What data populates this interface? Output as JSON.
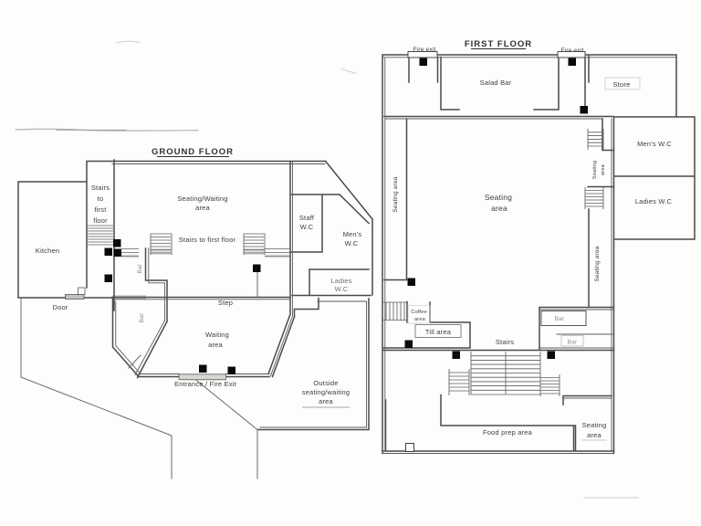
{
  "document": {
    "kind": "scanned-floor-plan"
  },
  "ground_floor": {
    "title": "GROUND FLOOR",
    "rooms": {
      "stairs_col": [
        "Stairs",
        "to",
        "first",
        "floor"
      ],
      "kitchen": "Kitchen",
      "seating_waiting": [
        "Seating/Waiting",
        "area"
      ],
      "stairs_center": "Stairs to first floor",
      "staff_wc": [
        "Staff",
        "W.C"
      ],
      "mens_wc": [
        "Men's",
        "W.C"
      ],
      "ladies_wc": [
        "Ladies",
        "W.C"
      ],
      "bar_upper": "Bar",
      "bar_lower": "Bar",
      "step": "Step",
      "waiting": [
        "Waiting",
        "area"
      ],
      "door": "Door",
      "entrance": "Entrance / Fire Exit",
      "outside": [
        "Outside",
        "seating/waiting",
        "area"
      ]
    }
  },
  "first_floor": {
    "title": "FIRST FLOOR",
    "rooms": {
      "fire_exit_left": "Fire exit",
      "fire_exit_right": "Fire exit",
      "salad_bar": "Salad Bar",
      "store": "Store",
      "mens_wc": "Men's W.C",
      "ladies_wc": "Ladies W.C",
      "seating_left": "Seating area",
      "seating_main": [
        "Seating",
        "area"
      ],
      "seating_nook": [
        "Seating",
        "area"
      ],
      "seating_right": "Seating area",
      "coffee": [
        "Coffee",
        "area"
      ],
      "till": "Till area",
      "stairs": "Stairs",
      "bar_1": "Bar",
      "bar_2": "Bar",
      "food_prep": "Food prep area",
      "seating_bottom": [
        "Seating",
        "area"
      ]
    }
  }
}
